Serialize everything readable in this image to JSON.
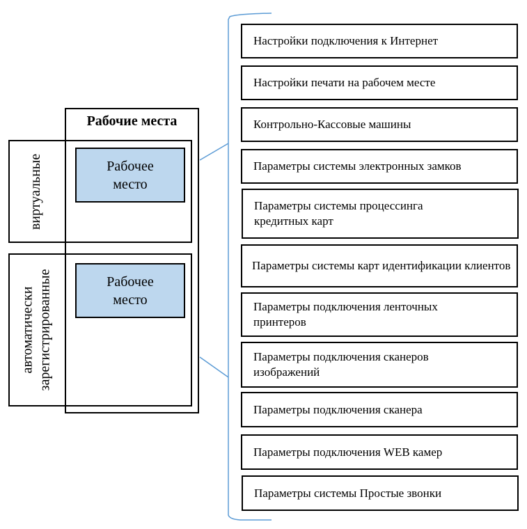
{
  "diagram": {
    "container_title": "Рабочие места",
    "groups": [
      {
        "label": "виртуальные",
        "workstation": "Рабочее место"
      },
      {
        "label": "автоматически зарегистрированные",
        "label_lines": [
          "автоматически",
          "зарегистрированные"
        ],
        "workstation": "Рабочее место"
      }
    ],
    "settings": [
      "Настройки подключения к Интернет",
      "Настройки печати на рабочем месте",
      "Контрольно-Кассовые машины",
      "Параметры системы электронных замков",
      "Параметры системы процессинга кредитных карт",
      "Параметры системы карт идентификации клиентов",
      "Параметры подключения ленточных принтеров",
      "Параметры подключения сканеров изображений",
      "Параметры подключения сканера",
      "Параметры подключения WEB камер",
      "Параметры системы Простые звонки"
    ],
    "colors": {
      "workstation_fill": "#bdd7ee",
      "bracket": "#5b9bd5",
      "border": "#000000"
    }
  }
}
